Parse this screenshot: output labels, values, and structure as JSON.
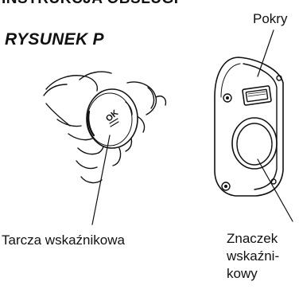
{
  "header_fragment": "INSTRUKCJA OBSŁUGI",
  "figure_title": "RYSUNEK P",
  "dial_face_text": "OK",
  "labels": {
    "cover": "Pokry",
    "dial": "Tarcza wskaźnikowa",
    "indicator_line1": "Znaczek",
    "indicator_line2": "wskaźni-",
    "indicator_line3": "kowy"
  }
}
